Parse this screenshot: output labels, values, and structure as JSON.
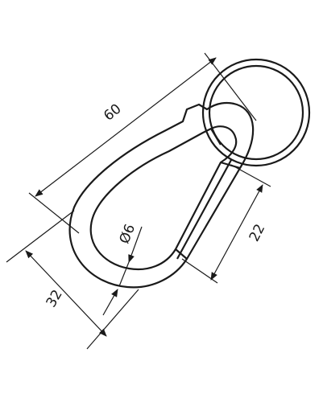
{
  "drawing": {
    "line_color": "#1a1a1a",
    "background": "#ffffff",
    "dimensions": {
      "overall_length": "60",
      "width": "32",
      "gate_length": "22",
      "wire_diameter": "Ø6"
    }
  }
}
